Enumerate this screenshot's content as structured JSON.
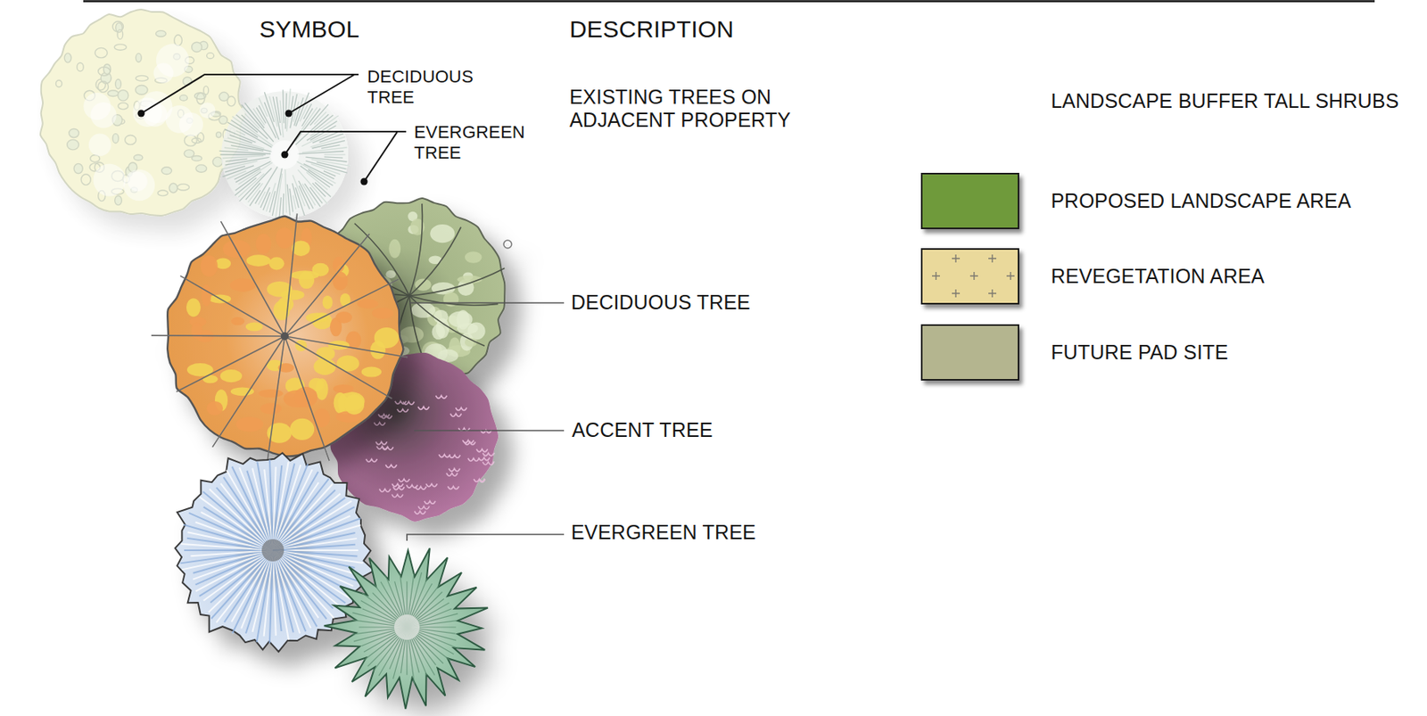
{
  "diagram": {
    "labels": [
      "SYMBOL",
      "DESCRIPTION",
      "DECIDUOUS TREE",
      "EVERGREEN TREE",
      "EXISTING TREES ON ADJACENT PROPERTY",
      "LANDSCAPE BUFFER TALL SHRUBS",
      "DECIDUOUS TREE",
      "ACCENT TREE",
      "EVERGREEN TREE"
    ],
    "legend": [
      {
        "text": "PROPOSED LANDSCAPE AREA",
        "color": "#6f9a3b"
      },
      {
        "text": "REVEGETATION AREA",
        "color": "#e8d48e"
      },
      {
        "text": "FUTURE PAD SITE",
        "color": "#b4b58f"
      }
    ]
  }
}
